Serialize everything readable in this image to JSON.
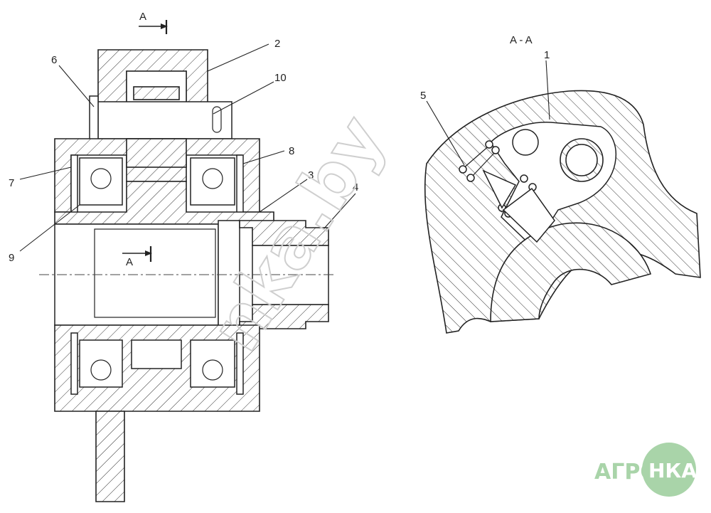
{
  "section_marks": {
    "top_letter": "A",
    "middle_letter": "A",
    "section_title": "A - A"
  },
  "callouts": [
    "1",
    "2",
    "3",
    "4",
    "5",
    "6",
    "7",
    "8",
    "9",
    "10"
  ],
  "watermark": "nka.by",
  "logo": {
    "left_text": "АГРО",
    "right_text": "НКА",
    "color": "#a9d4a9"
  }
}
